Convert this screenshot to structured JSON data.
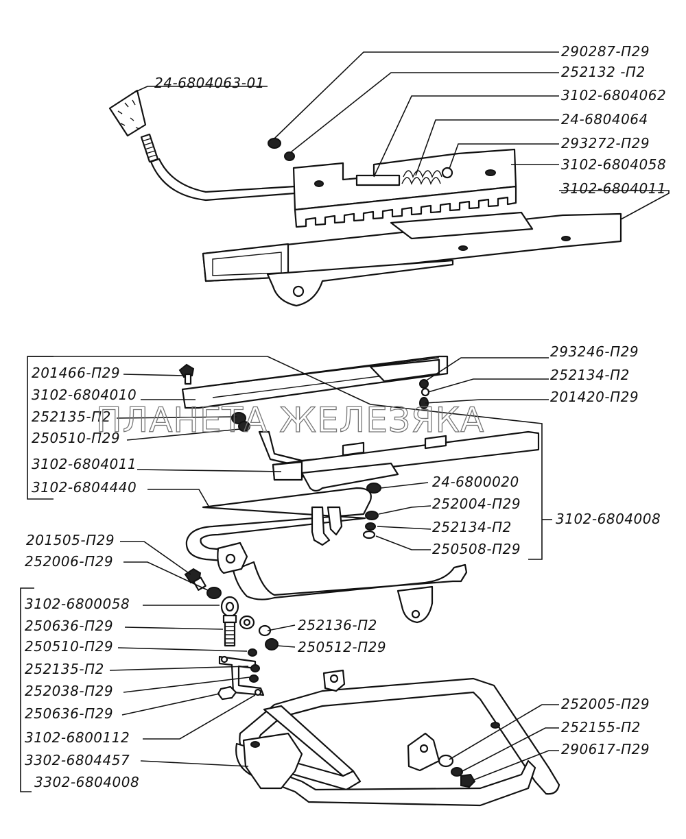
{
  "watermark": "ПЛАНЕТА ЖЕЛЕЗЯКА",
  "top_assembly": {
    "labels": {
      "knob": "24-6804063-01",
      "p1": "290287-П29",
      "p2": "252132 -П2",
      "p3": "3102-6804062",
      "p4": "24-6804064",
      "p5": "293272-П29",
      "p6": "3102-6804058",
      "p7": "3102-6804011"
    }
  },
  "middle_assembly": {
    "left_labels": {
      "a1": "201466-П29",
      "a2": "3102-6804010",
      "a3": "252135-П2",
      "a4": "250510-П29",
      "a5": "3102-6804011",
      "a6": "3102-6804440"
    },
    "right_labels": {
      "b1": "293246-П29",
      "b2": "252134-П2",
      "b3": "201420-П29",
      "b4": "24-6800020",
      "b5": "252004-П29",
      "b6": "252134-П2",
      "b7": "250508-П29",
      "b8": "3102-6804008"
    }
  },
  "bottom_assembly": {
    "left_labels": {
      "c1": "201505-П29",
      "c2": "252006-П29",
      "c3": "3102-6800058",
      "c4": "250636-П29",
      "c5": "250510-П29",
      "c6": "252135-П2",
      "c7": "252038-П29",
      "c8": "250636-П29",
      "c9": "3102-6800112",
      "c10": "3302-6804457",
      "c11": "3302-6804008"
    },
    "center_labels": {
      "d1": "252136-П2",
      "d2": "250512-П29"
    },
    "right_labels": {
      "e1": "252005-П29",
      "e2": "252155-П2",
      "e3": "290617-П29"
    }
  }
}
